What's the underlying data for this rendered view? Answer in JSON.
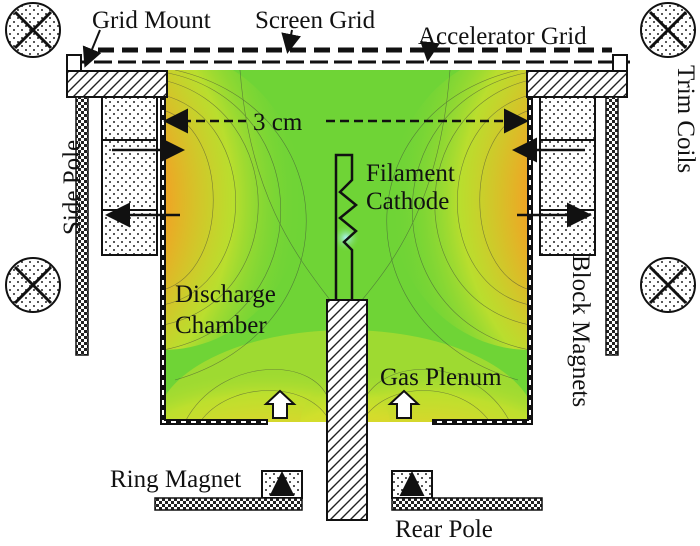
{
  "labels": {
    "grid_mount": "Grid Mount",
    "screen_grid": "Screen Grid",
    "accelerator_grid": "Accelerator Grid",
    "trim_coils": "Trim Coils",
    "side_pole": "Side Pole",
    "dimension": "3 cm",
    "filament_line1": "Filament",
    "filament_line2": "Cathode",
    "block_magnets": "Block Magnets",
    "discharge_line1": "Discharge",
    "discharge_line2": "Chamber",
    "gas_plenum": "Gas Plenum",
    "ring_magnet": "Ring Magnet",
    "rear_pole": "Rear Pole"
  },
  "colors": {
    "field_base": "#6fd436",
    "field_mid": "#c8e12a",
    "field_warm": "#f2a423",
    "field_hot": "#8a2a0c",
    "ink": "#111111"
  }
}
